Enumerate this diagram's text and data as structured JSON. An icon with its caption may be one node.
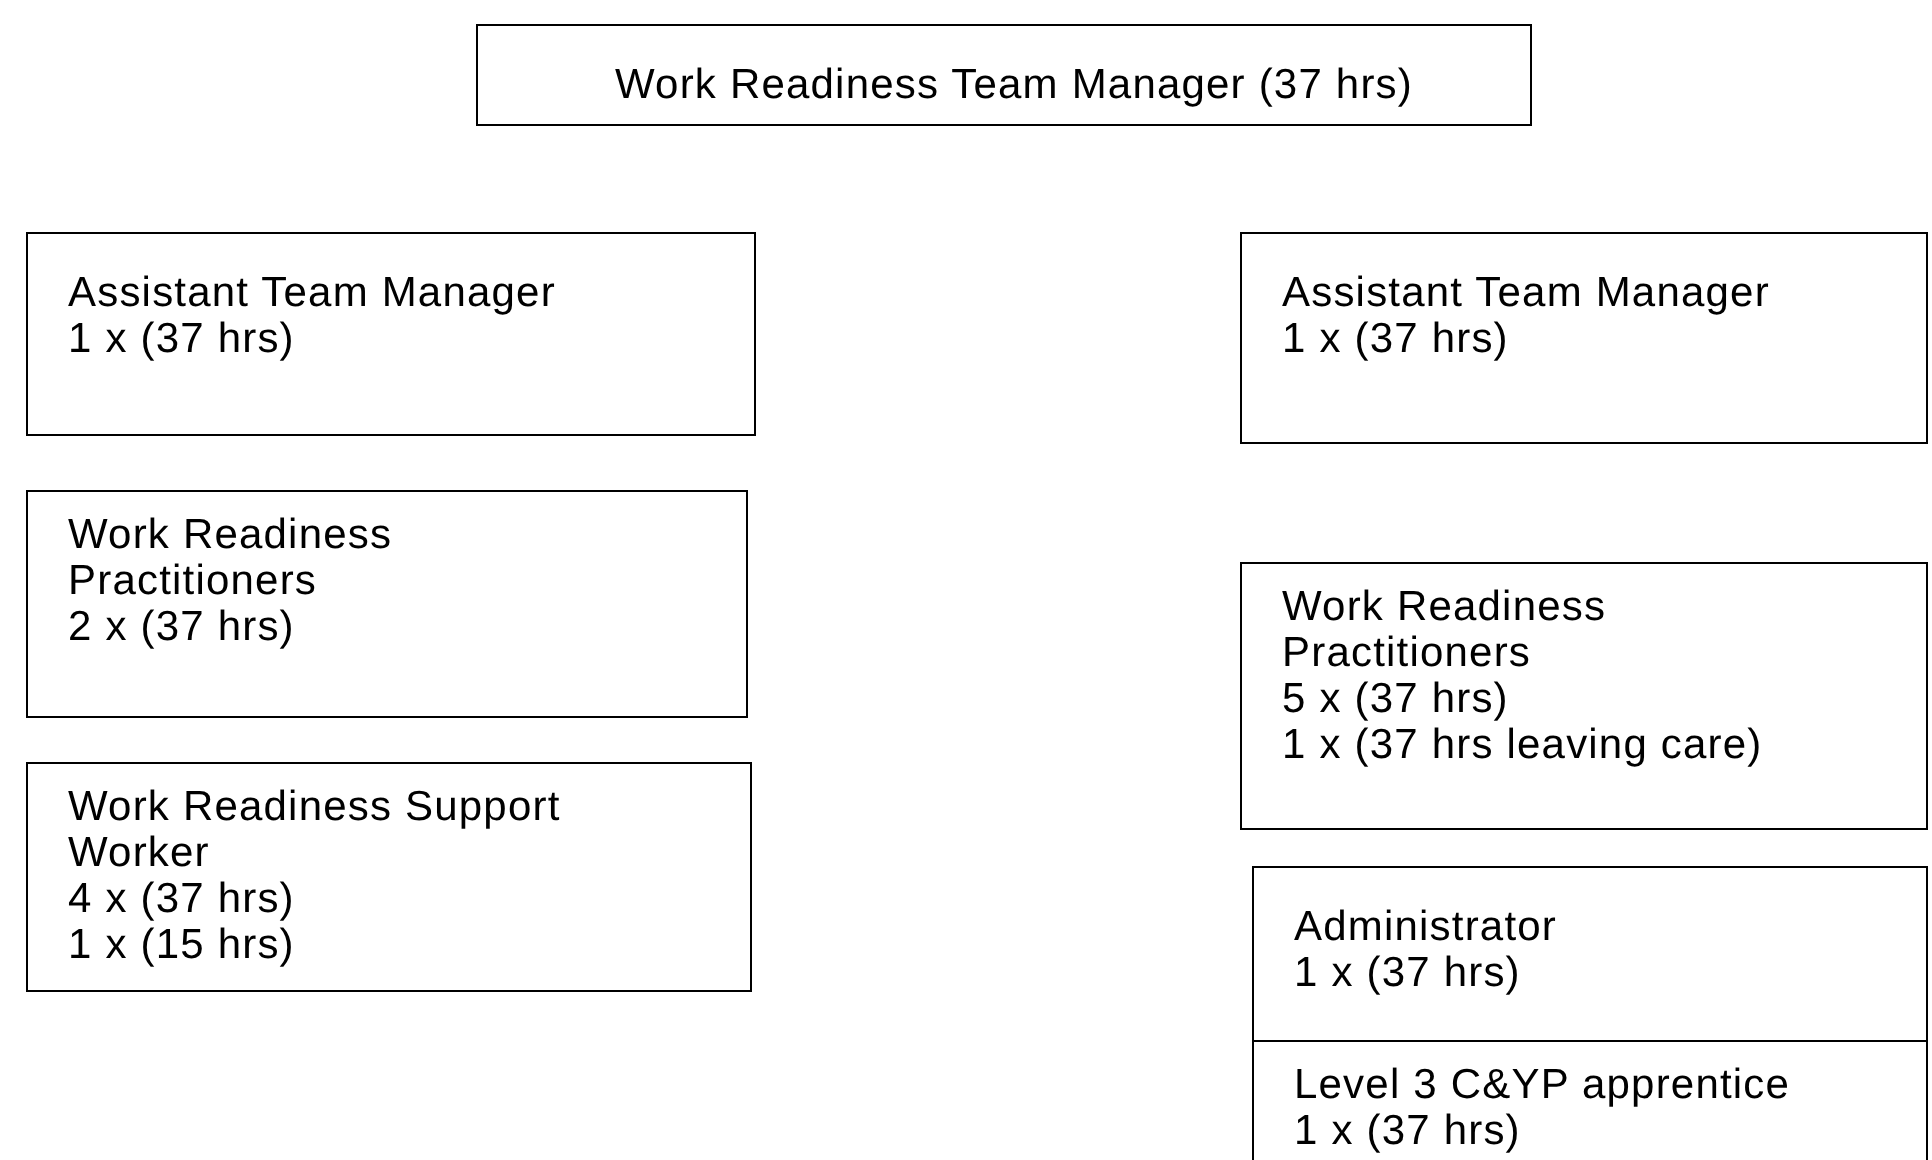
{
  "diagram": {
    "nodes": [
      {
        "text": [
          "Work Readiness Team Manager (37 hrs)"
        ]
      },
      {
        "text": [
          "Assistant Team Manager",
          "1 x (37 hrs)"
        ]
      },
      {
        "text": [
          "Work Readiness Practitioners",
          "2 x (37 hrs)"
        ]
      },
      {
        "text": [
          "Work Readiness Support Worker",
          "4 x (37 hrs)",
          "1 x (15 hrs)"
        ]
      },
      {
        "text": [
          "Assistant Team Manager",
          "1 x (37 hrs)"
        ]
      },
      {
        "text": [
          "Work Readiness Practitioners",
          "5 x (37 hrs)",
          "1 x (37 hrs leaving care)"
        ]
      },
      {
        "text": [
          "Administrator",
          "1 x (37 hrs)"
        ]
      },
      {
        "text": [
          "Level 3 C&YP apprentice",
          "1 x (37 hrs)"
        ]
      }
    ]
  }
}
